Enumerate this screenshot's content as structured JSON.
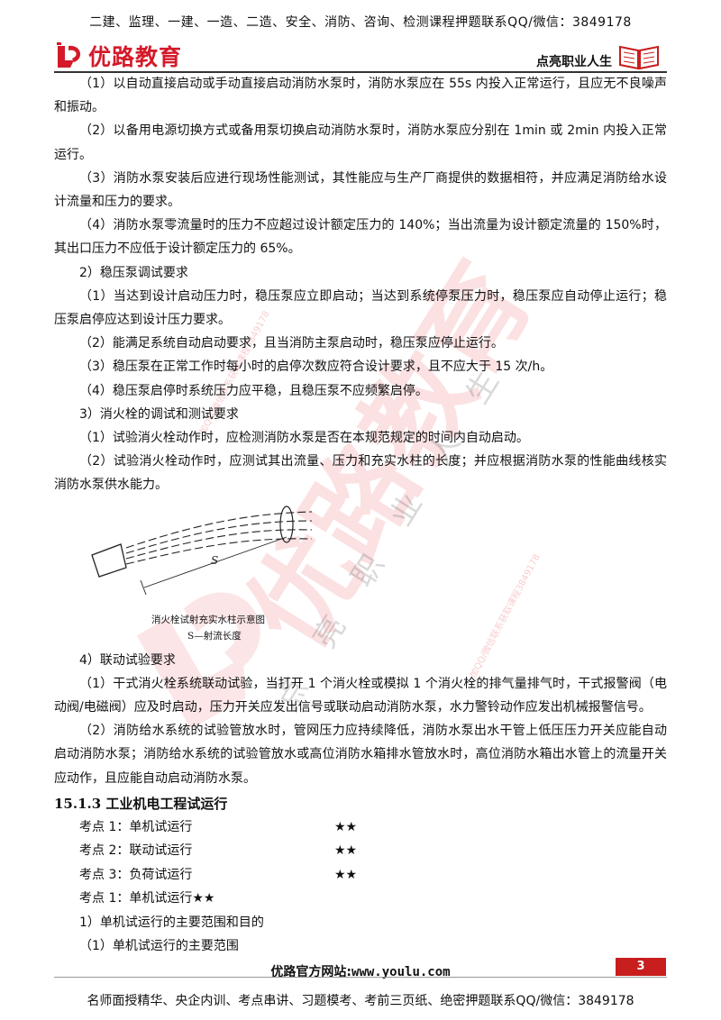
{
  "header": {
    "top_banner": "二建、监理、一建、一造、二造、安全、消防、咨询、检测课程押题联系QQ/微信：3849178",
    "logo_text": "优路教育",
    "slogan": "点亮职业人生",
    "logo_icon": "youlu-logo-icon",
    "book_icon": "open-book-icon",
    "brand_color": "#d41a2a"
  },
  "body": {
    "p1": "（1）以自动直接启动或手动直接启动消防水泵时，消防水泵应在 55s 内投入正常运行，且应无不良噪声和振动。",
    "p2": "（2）以备用电源切换方式或备用泵切换启动消防水泵时，消防水泵应分别在 1min 或 2min 内投入正常运行。",
    "p3": "（3）消防水泵安装后应进行现场性能测试，其性能应与生产厂商提供的数据相符，并应满足消防给水设计流量和压力的要求。",
    "p4": "（4）消防水泵零流量时的压力不应超过设计额定压力的 140%；当出流量为设计额定流量的 150%时，其出口压力不应低于设计额定压力的 65%。",
    "h_wy": "2）稳压泵调试要求",
    "p5": "（1）当达到设计启动压力时，稳压泵应立即启动；当达到系统停泵压力时，稳压泵应自动停止运行；稳压泵启停应达到设计压力要求。",
    "p6": "（2）能满足系统自动启动要求，且当消防主泵启动时，稳压泵应停止运行。",
    "p7": "（3）稳压泵在正常工作时每小时的启停次数应符合设计要求，且不应大于 15 次/h。",
    "p8": "（4）稳压泵启停时系统压力应平稳，且稳压泵不应频繁启停。",
    "h_xhs": "3）消火栓的调试和测试要求",
    "p9": "（1）试验消火栓动作时，应检测消防水泵是否在本规范规定的时间内自动启动。",
    "p10": "（2）试验消火栓动作时，应测试其出流量、压力和充实水柱的长度；并应根据消防水泵的性能曲线核实消防水泵供水能力。",
    "figure": {
      "caption": "消火栓试射充实水柱示意图",
      "legend": "S—射流长度",
      "label_s": "S"
    },
    "h_ld": "4）联动试验要求",
    "p11": "（1）干式消火栓系统联动试验，当打开 1 个消火栓或模拟 1 个消火栓的排气量排气时，干式报警阀（电动阀/电磁阀）应及时启动，压力开关应发出信号或联动启动消防水泵，水力警铃动作应发出机械报警信号。",
    "p12": "（2）消防给水系统的试验管放水时，管网压力应持续降低，消防水泵出水干管上低压压力开关应能自动启动消防水泵；消防给水系统的试验管放水或高位消防水箱排水管放水时，高位消防水箱出水管上的流量开关应动作，且应能自动启动消防水泵。",
    "section_title": "15.1.3 工业机电工程试运行",
    "kaodian": [
      {
        "label": "考点 1：单机试运行",
        "stars": "★★"
      },
      {
        "label": "考点 2：联动试运行",
        "stars": "★★"
      },
      {
        "label": "考点 3：负荷试运行",
        "stars": "★★"
      }
    ],
    "kd1_title": "考点 1：单机试运行★★",
    "h_dj": "1）单机试运行的主要范围和目的",
    "h_dj_scope": "（1）单机试运行的主要范围"
  },
  "footer": {
    "website_label": "优路官方网站:",
    "website_url": "www.youlu.com",
    "page_number": "3",
    "bottom_banner": "名师面授精华、央企内训、考点串讲、习题模考、考前三页纸、绝密押题联系QQ/微信：3849178"
  },
  "watermark": {
    "big_text": "优路教育",
    "small_text": "点亮职业人生",
    "contact_text": "加QQ/微信联系获取课程3849178",
    "color": "#e8303a"
  }
}
